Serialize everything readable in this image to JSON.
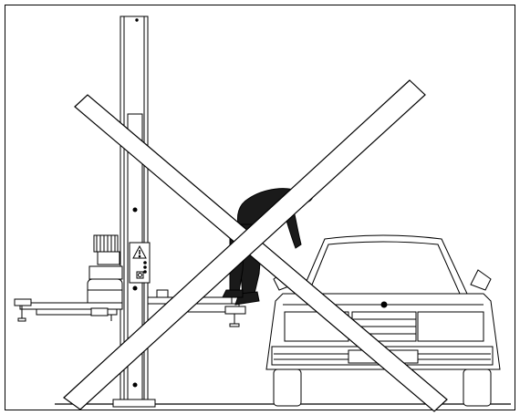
{
  "diagram": {
    "kind": "line-drawing",
    "subject": "two-post-vehicle-lift-prohibited-action",
    "prohibition_mark": "large-x-cross",
    "warning_symbol": "exclamation-triangle-icon",
    "colors": {
      "line": "#000000",
      "fill": "#ffffff",
      "dark_fill": "#1a1a1a"
    }
  }
}
